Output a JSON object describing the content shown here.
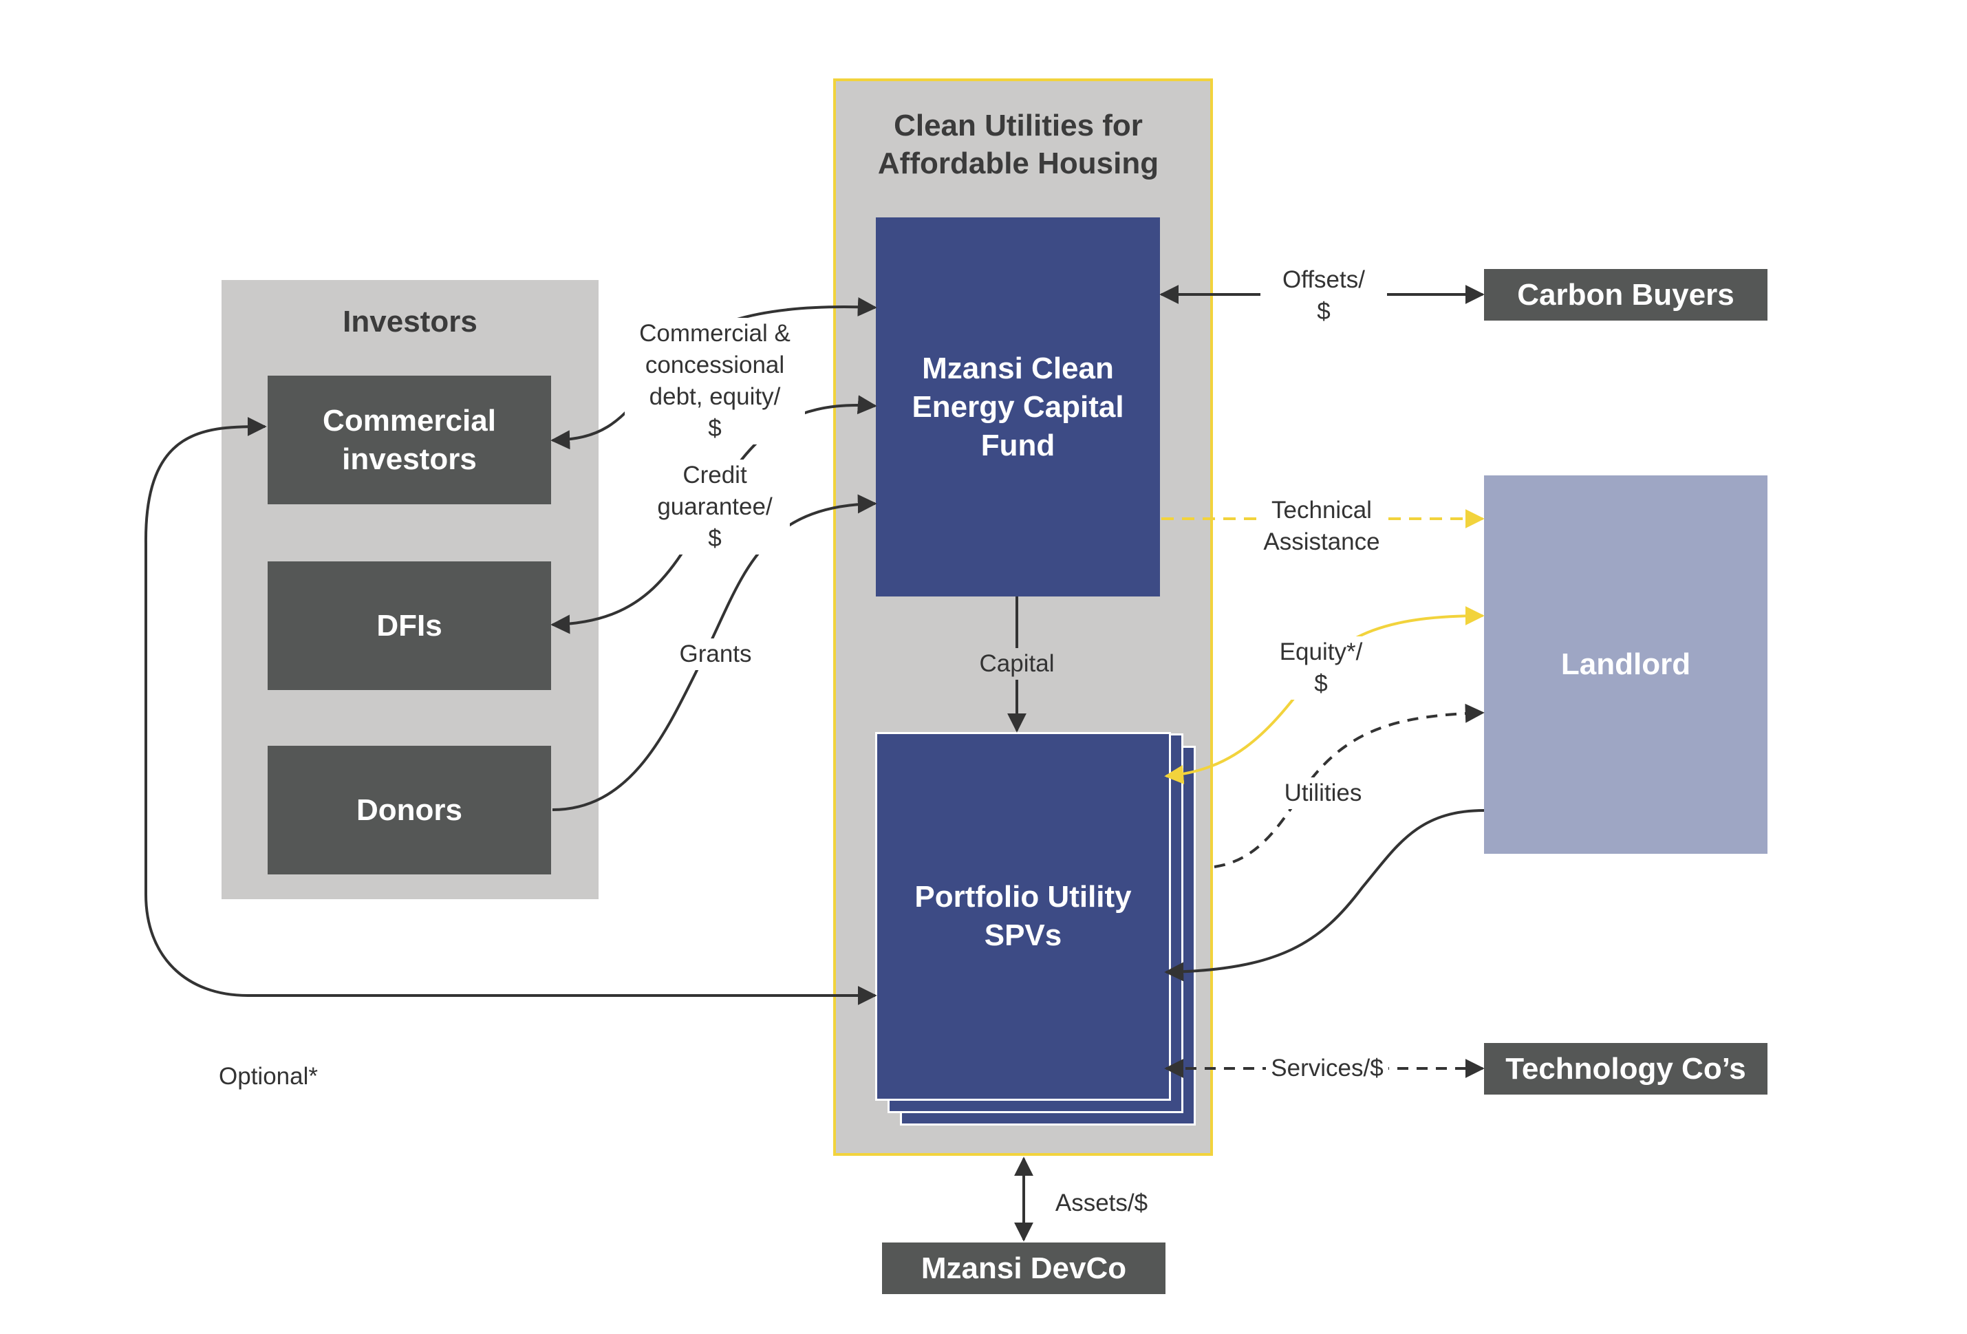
{
  "investors": {
    "title": "Investors",
    "commercial": "Commercial investors",
    "dfis": "DFIs",
    "donors": "Donors"
  },
  "fund_panel": {
    "title": "Clean Utilities for Affordable Housing",
    "fund": "Mzansi Clean Energy Capital Fund",
    "spvs": "Portfolio Utility SPVs"
  },
  "entities": {
    "carbon_buyers": "Carbon Buyers",
    "landlord": "Landlord",
    "technology": "Technology Co’s",
    "devco": "Mzansi DevCo"
  },
  "flows": {
    "commercial_debt": "Commercial &\nconcessional\ndebt, equity/\n$",
    "credit_guarantee": "Credit\nguarantee/\n$",
    "grants": "Grants",
    "capital": "Capital",
    "offsets": "Offsets/\n$",
    "technical_assistance": "Technical\nAssistance",
    "equity": "Equity*/\n$",
    "utilities": "Utilities",
    "services": "Services/$",
    "assets": "Assets/$"
  },
  "footnote": "Optional*",
  "colors": {
    "dark_box": "#555756",
    "navy": "#3d4b85",
    "landlord": "#9ea6c4",
    "panel_grey": "#cbcac9",
    "highlight_yellow": "#f2d33c",
    "arrow": "#333333"
  }
}
